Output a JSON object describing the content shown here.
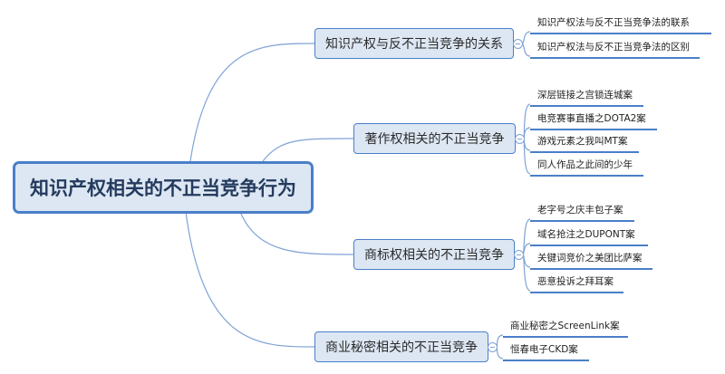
{
  "root": {
    "label": "知识产权相关的不正当竞争行为"
  },
  "branches": [
    {
      "label": "知识产权与反不正当竞争的关系",
      "leaves": [
        "知识产权法与反不正当竞争法的联系",
        "知识产权法与反不正当竞争法的区别"
      ]
    },
    {
      "label": "著作权相关的不正当竞争",
      "leaves": [
        "深层链接之宫锁连城案",
        "电竞赛事直播之DOTA2案",
        "游戏元素之我叫MT案",
        "同人作品之此间的少年"
      ]
    },
    {
      "label": "商标权相关的不正当竞争",
      "leaves": [
        "老字号之庆丰包子案",
        "域名抢注之DUPONT案",
        "关键词竞价之美团比萨案",
        "恶意投诉之拜耳案"
      ]
    },
    {
      "label": "商业秘密相关的不正当竞争",
      "leaves": [
        "商业秘密之ScreenLink案",
        "恒春电子CKD案"
      ]
    }
  ]
}
